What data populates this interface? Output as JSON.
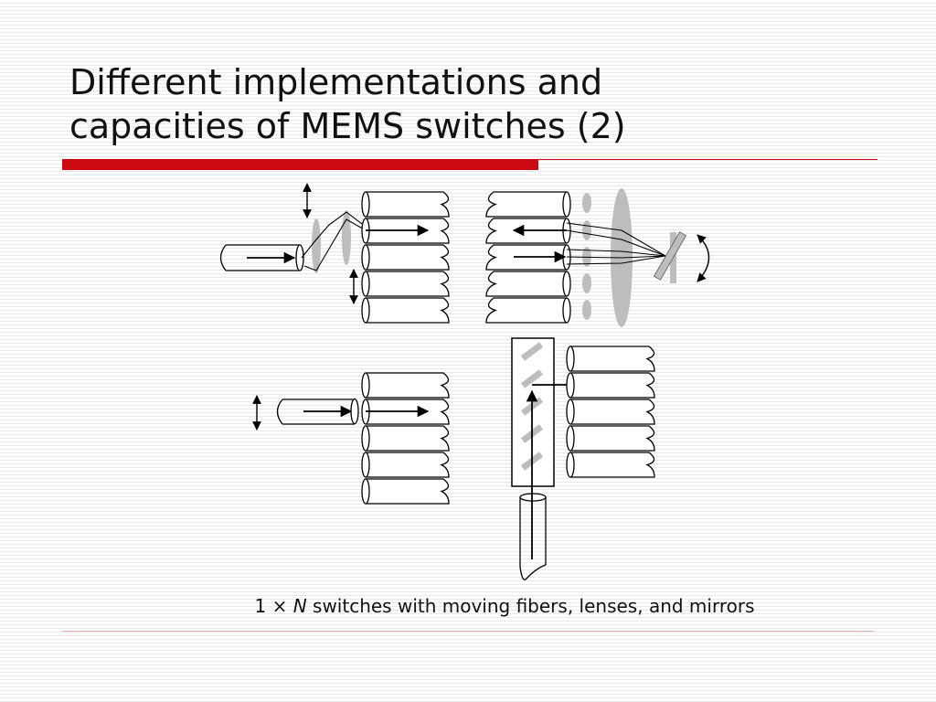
{
  "slide": {
    "title_line1": "Different implementations and",
    "title_line2": "capacities of MEMS switches (2)",
    "caption_prefix": "1 × ",
    "caption_var": "N",
    "caption_suffix": " switches with moving fibers, lenses, and mirrors"
  },
  "colors": {
    "accent": "#cc0a12",
    "lens_gray": "#bdbdbd",
    "ink": "#000000"
  }
}
